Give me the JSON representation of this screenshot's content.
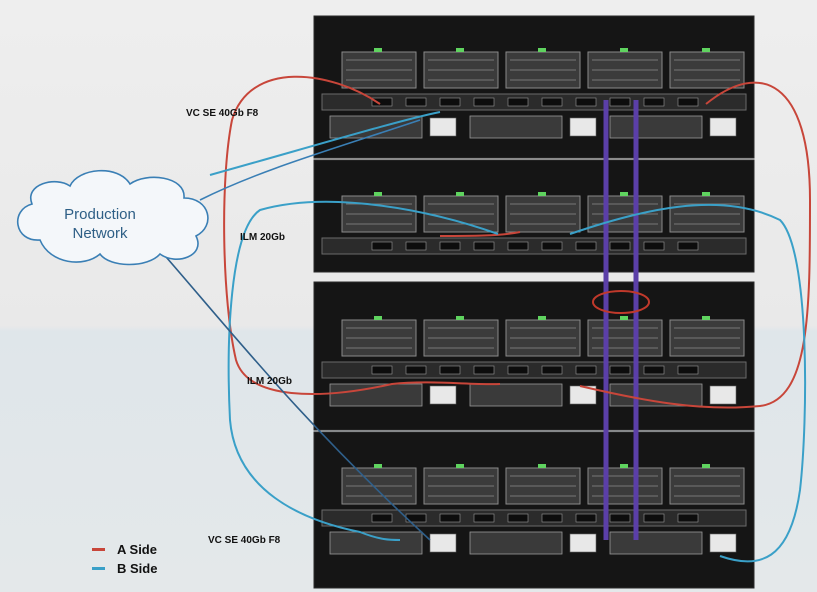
{
  "labels": {
    "vc_top": "VC SE 40Gb F8",
    "ilm_top": "ILM 20Gb",
    "ilm_bottom": "ILM 20Gb",
    "vc_bottom": "VC SE 40Gb F8"
  },
  "cloud": {
    "line1": "Production",
    "line2": "Network"
  },
  "legend": [
    {
      "label": "A Side",
      "color": "#c8463a"
    },
    {
      "label": "B Side",
      "color": "#3aa0c8"
    }
  ],
  "colors": {
    "a_side": "#c8463a",
    "b_side": "#3aa0c8",
    "stack_link": "#5b3fa8",
    "cloud": "#3a7fb5",
    "chassis": "#1b1b1b"
  }
}
